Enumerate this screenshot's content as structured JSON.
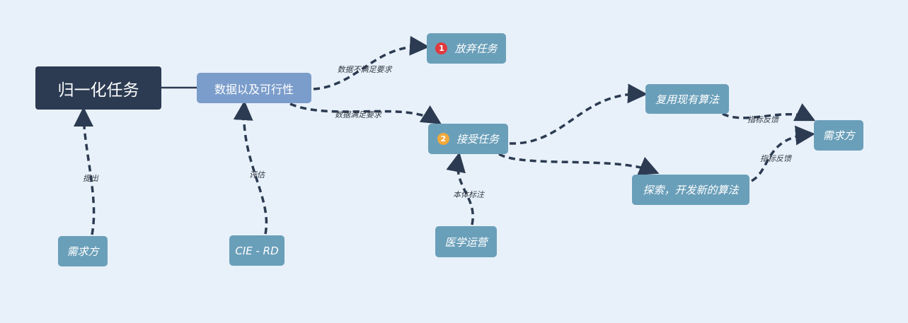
{
  "nodes": {
    "root": "归一化任务",
    "feasibility": "数据以及可行性",
    "abandon": "放弃任务",
    "accept": "接受任务",
    "reuse": "复用现有算法",
    "explore": "探索，开发新的算法",
    "demand_right": "需求方",
    "demand_left": "需求方",
    "cie": "CIE - RD",
    "medical": "医学运营"
  },
  "badges": {
    "abandon": "1",
    "accept": "2"
  },
  "edge_labels": {
    "propose": "提出",
    "evaluate": "评估",
    "data_insufficient": "数据不满足要求",
    "data_sufficient": "数据满足要求",
    "ontology_annotation": "本体标注",
    "feedback_reuse": "指标反馈",
    "feedback_explore": "指标反馈"
  },
  "colors": {
    "root": "#2c3b52",
    "feasibility": "#7b9dcb",
    "leaf": "#6a9fb9",
    "edge": "#2c3b52",
    "badge_abandon": "#e0393e",
    "badge_accept": "#f2a93b",
    "background": "#e8f1f9"
  }
}
